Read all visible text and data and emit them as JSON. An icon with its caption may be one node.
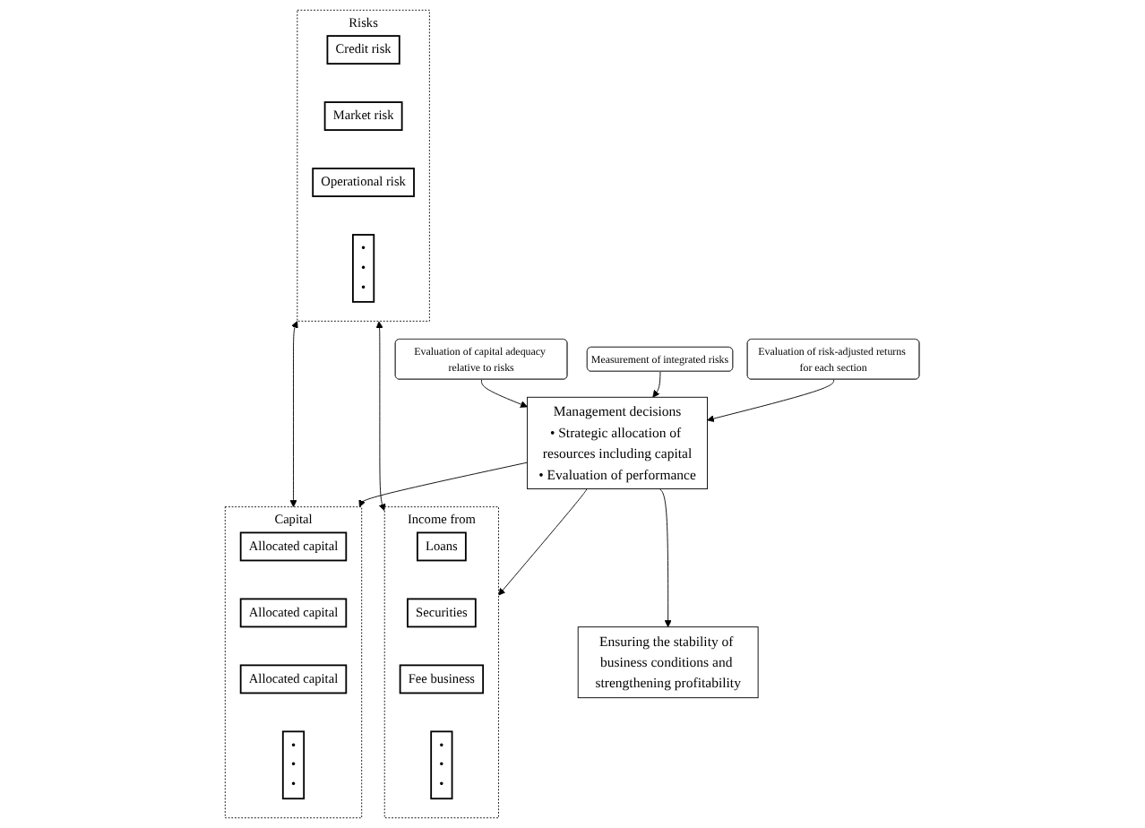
{
  "diagram": {
    "nodes": [
      {
        "text": [
          "Risks"
        ]
      },
      {
        "text": [
          "Credit risk"
        ],
        "in": 0
      },
      {
        "text": [
          "Market risk"
        ],
        "in": 0
      },
      {
        "text": [
          "Operational risk"
        ],
        "in": 0
      },
      {
        "text": [
          "•",
          "•",
          "•"
        ],
        "in": 0
      },
      {
        "text": [
          "Capital"
        ]
      },
      {
        "text": [
          "Allocated capital"
        ],
        "in": 5
      },
      {
        "text": [
          "Allocated capital"
        ],
        "in": 5
      },
      {
        "text": [
          "Allocated capital"
        ],
        "in": 5
      },
      {
        "text": [
          "•",
          "•",
          "•"
        ],
        "in": 5
      },
      {
        "text": [
          "Income from"
        ]
      },
      {
        "text": [
          "Loans"
        ],
        "in": 10
      },
      {
        "text": [
          "Securities"
        ],
        "in": 10
      },
      {
        "text": [
          "Fee business"
        ],
        "in": 10
      },
      {
        "text": [
          "•",
          "•",
          "•"
        ],
        "in": 10
      },
      {
        "text": [
          "Management decisions",
          "• Strategic allocation of resources including capital",
          "• Evaluation of performance"
        ]
      },
      {
        "text": [
          "Ensuring the stability of business conditions and strengthening profitability"
        ]
      },
      {
        "text": [
          "Evaluation of capital adequacy relative to risks"
        ]
      },
      {
        "text": [
          "Measurement of integrated risks"
        ]
      },
      {
        "text": [
          "Evaluation of risk-adjusted returns for each section"
        ]
      }
    ],
    "edges": [
      {
        "from": 0,
        "to": 5,
        "arrow": "both"
      },
      {
        "from": 0,
        "to": 10,
        "arrow": "both"
      },
      {
        "from": 17,
        "to": 15,
        "arrow": "to"
      },
      {
        "from": 18,
        "to": 15,
        "arrow": "to"
      },
      {
        "from": 19,
        "to": 15,
        "arrow": "to"
      },
      {
        "from": 15,
        "to": 5,
        "arrow": "to"
      },
      {
        "from": 15,
        "to": 10,
        "arrow": "to"
      },
      {
        "from": 15,
        "to": 16,
        "arrow": "to"
      }
    ]
  }
}
